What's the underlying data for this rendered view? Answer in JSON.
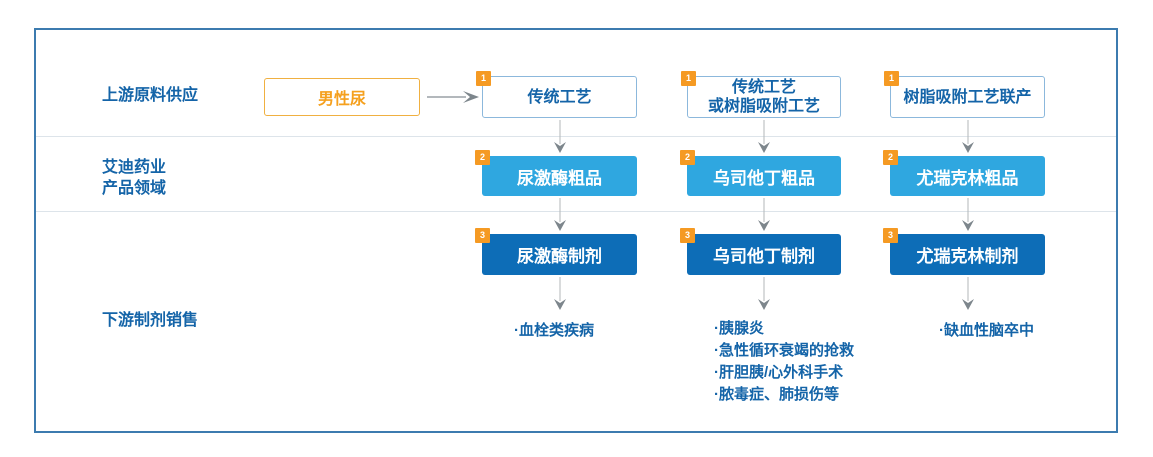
{
  "flow": {
    "section_labels": {
      "upstream": "上游原料供应",
      "company_line1": "艾迪药业",
      "company_line2": "产品领域",
      "downstream": "下游制剂销售"
    },
    "source": {
      "label": "男性尿"
    },
    "columns": [
      {
        "process_badge": "1",
        "process_lines": [
          "传统工艺"
        ],
        "crude_badge": "2",
        "crude": "尿激酶粗品",
        "formulation_badge": "3",
        "formulation": "尿激酶制剂",
        "indications": [
          "·血栓类疾病"
        ]
      },
      {
        "process_badge": "1",
        "process_lines": [
          "传统工艺",
          "或树脂吸附工艺"
        ],
        "crude_badge": "2",
        "crude": "乌司他丁粗品",
        "formulation_badge": "3",
        "formulation": "乌司他丁制剂",
        "indications": [
          "·胰腺炎",
          "·急性循环衰竭的抢救",
          "·肝胆胰/心外科手术",
          "·脓毒症、肺损伤等"
        ]
      },
      {
        "process_badge": "1",
        "process_lines": [
          "树脂吸附工艺联产"
        ],
        "crude_badge": "2",
        "crude": "尤瑞克林粗品",
        "formulation_badge": "3",
        "formulation": "尤瑞克林制剂",
        "indications": [
          "·缺血性脑卒中"
        ]
      }
    ],
    "colors": {
      "label_blue": "#1464a8",
      "crude_light_blue": "#2fa7e0",
      "formulation_dark_blue": "#0d6db7",
      "badge_orange": "#f59a23",
      "source_orange": "#f5a01e",
      "frame_border_blue": "#3c7baf",
      "divider_gray": "#dde4ea"
    }
  }
}
